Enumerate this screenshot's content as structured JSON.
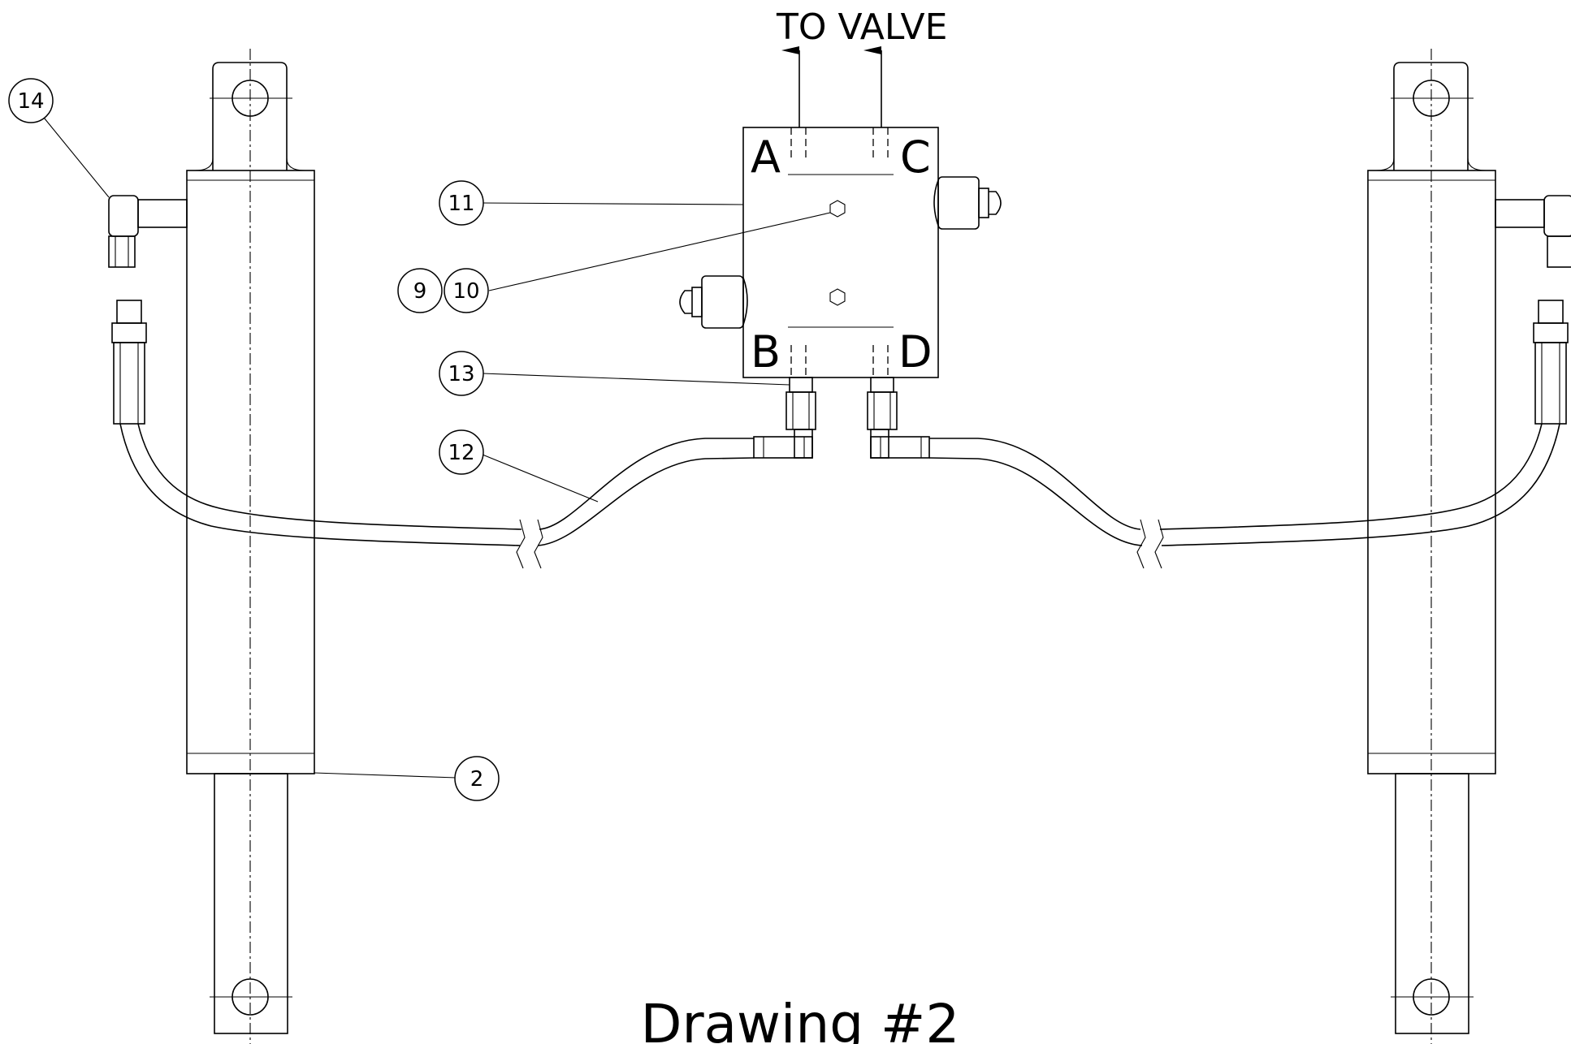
{
  "drawing": {
    "title": "Drawing #2",
    "flow_note": "TO VALVE",
    "ports": {
      "a": "A",
      "b": "B",
      "c": "C",
      "d": "D"
    },
    "callouts": {
      "c14": "14",
      "c11": "11",
      "c9": "9",
      "c10": "10",
      "c13": "13",
      "c12": "12",
      "c2": "2"
    }
  }
}
